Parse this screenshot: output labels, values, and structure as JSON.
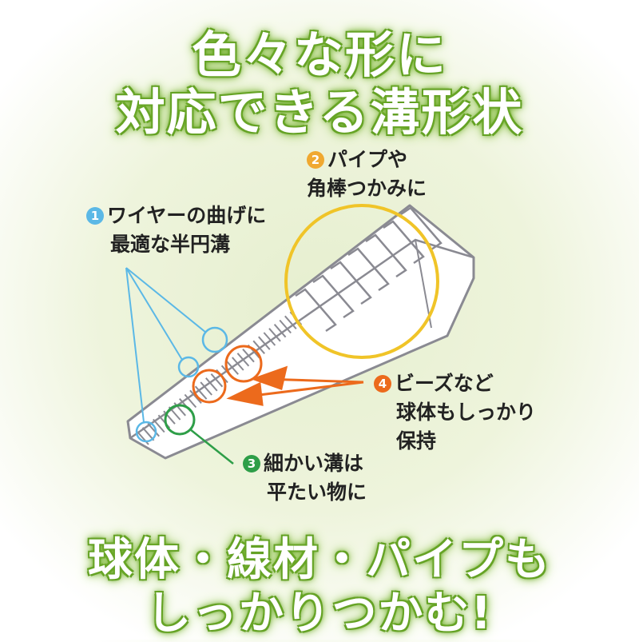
{
  "title": {
    "line1": "色々な形に",
    "line2": "対応できる溝形状"
  },
  "callouts": [
    {
      "number": "1",
      "color": "#5bb8e6",
      "line1": "ワイヤーの曲げに",
      "line2": "最適な半円溝"
    },
    {
      "number": "2",
      "color": "#f0a830",
      "line1": "パイプや",
      "line2": "角棒つかみに"
    },
    {
      "number": "3",
      "color": "#2e9e48",
      "line1": "細かい溝は",
      "line2": "平たい物に"
    },
    {
      "number": "4",
      "color": "#ec6a1c",
      "line1": "ビーズなど",
      "line2": "球体もしっかり",
      "line3": "保持"
    }
  ],
  "footer": {
    "line1": "球体・線材・パイプも",
    "line2": "しっかりつかむ!"
  }
}
